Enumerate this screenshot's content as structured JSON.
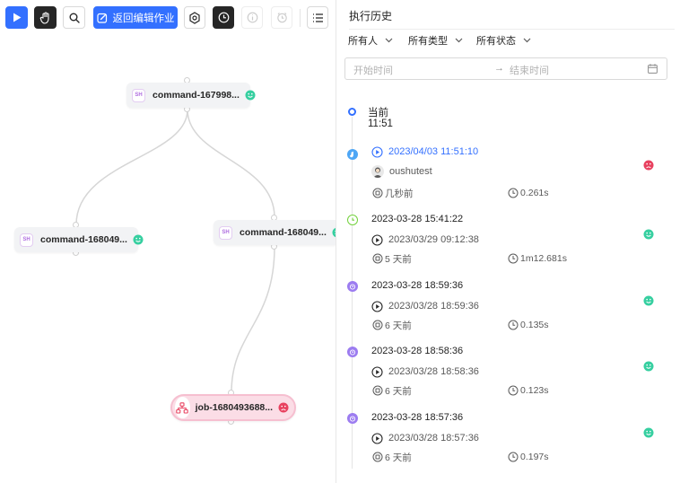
{
  "toolbar": {
    "run_icon": "play-icon",
    "pan_icon": "hand-icon",
    "search_icon": "search-icon",
    "edit_label": "返回编辑作业",
    "settings_icon": "gear-icon",
    "history_icon": "clock-icon",
    "info_icon": "info-icon",
    "alarm_icon": "alarm-icon",
    "list_icon": "list-icon"
  },
  "graph": {
    "nodes": [
      {
        "label": "command-167998...",
        "type_badge": "SH",
        "status": "success"
      },
      {
        "label": "command-168049...",
        "type_badge": "SH",
        "status": "success"
      },
      {
        "label": "command-168049...",
        "type_badge": "SH",
        "status": "success"
      },
      {
        "label": "job-1680493688...",
        "status": "failed"
      }
    ]
  },
  "panel": {
    "title": "执行历史",
    "filters": [
      {
        "label": "所有人"
      },
      {
        "label": "所有类型"
      },
      {
        "label": "所有状态"
      }
    ],
    "range": {
      "start": "开始时间",
      "arrow": "→",
      "end": "结束时间"
    },
    "current": {
      "title": "当前",
      "time": "11:51"
    },
    "records": [
      {
        "trigger": "manual",
        "title": "2023/04/03 11:51:10",
        "user": "oushutest",
        "ago": "几秒前",
        "duration": "0.261s",
        "status": "failed"
      },
      {
        "trigger": "schedule",
        "title": "2023-03-28 15:41:22",
        "run_time": "2023/03/29 09:12:38",
        "ago": "5 天前",
        "duration": "1m12.681s",
        "status": "success"
      },
      {
        "trigger": "alarm",
        "title": "2023-03-28 18:59:36",
        "run_time": "2023/03/28 18:59:36",
        "ago": "6 天前",
        "duration": "0.135s",
        "status": "success"
      },
      {
        "trigger": "alarm",
        "title": "2023-03-28 18:58:36",
        "run_time": "2023/03/28 18:58:36",
        "ago": "6 天前",
        "duration": "0.123s",
        "status": "success"
      },
      {
        "trigger": "alarm",
        "title": "2023-03-28 18:57:36",
        "run_time": "2023/03/28 18:57:36",
        "ago": "6 天前",
        "duration": "0.197s",
        "status": "success"
      }
    ]
  },
  "colors": {
    "accent": "#3370ff",
    "success": "#36cfa0",
    "failed": "#e8415f",
    "job_node": "#fbdde6"
  }
}
